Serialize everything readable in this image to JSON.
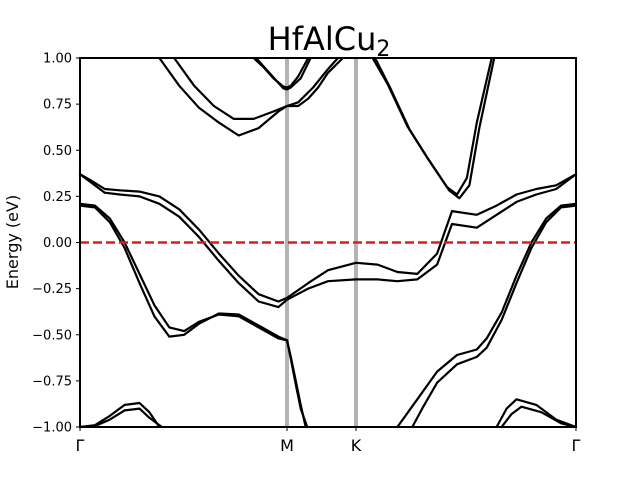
{
  "chart_data": {
    "type": "line",
    "title": "HfAlCu",
    "title_subscript": "2",
    "ylabel": "Energy (eV)",
    "xlabel": "",
    "xlim": [
      0,
      1
    ],
    "ylim": [
      -1.0,
      1.0
    ],
    "yticks": [
      -1.0,
      -0.75,
      -0.5,
      -0.25,
      0.0,
      0.25,
      0.5,
      0.75,
      1.0
    ],
    "ytick_labels": [
      "−1.00",
      "−0.75",
      "−0.50",
      "−0.25",
      "0.00",
      "0.25",
      "0.50",
      "0.75",
      "1.00"
    ],
    "kpoints": [
      {
        "label": "Γ",
        "x": 0.0
      },
      {
        "label": "M",
        "x": 0.4173
      },
      {
        "label": "K",
        "x": 0.5565
      },
      {
        "label": "Γ",
        "x": 1.0
      }
    ],
    "kpoint_line_color": "#b3b3b3",
    "fermi_level": {
      "y": 0.0,
      "color": "#e41a1c",
      "style": "dashed"
    },
    "band_color": "#000000",
    "bands": [
      {
        "x": [
          0.0,
          0.02,
          0.05,
          0.08,
          0.12,
          0.16,
          0.2,
          0.24,
          0.28,
          0.32,
          0.36,
          0.4,
          0.4173,
          0.46,
          0.5,
          0.5565,
          0.6,
          0.64,
          0.68,
          0.72,
          0.75,
          0.8,
          0.84,
          0.88,
          0.92,
          0.96,
          1.0
        ],
        "y": [
          0.37,
          0.34,
          0.29,
          0.283,
          0.276,
          0.25,
          0.18,
          0.07,
          -0.06,
          -0.18,
          -0.28,
          -0.32,
          -0.3,
          -0.22,
          -0.15,
          -0.11,
          -0.12,
          -0.16,
          -0.17,
          -0.06,
          0.17,
          0.15,
          0.2,
          0.26,
          0.29,
          0.31,
          0.37
        ]
      },
      {
        "x": [
          0.0,
          0.02,
          0.05,
          0.08,
          0.12,
          0.16,
          0.2,
          0.24,
          0.28,
          0.32,
          0.36,
          0.4,
          0.4173,
          0.46,
          0.5,
          0.5565,
          0.6,
          0.64,
          0.68,
          0.72,
          0.75,
          0.8,
          0.84,
          0.88,
          0.92,
          0.96,
          1.0
        ],
        "y": [
          0.37,
          0.33,
          0.27,
          0.26,
          0.25,
          0.21,
          0.14,
          0.03,
          -0.1,
          -0.22,
          -0.32,
          -0.35,
          -0.31,
          -0.25,
          -0.21,
          -0.2,
          -0.2,
          -0.21,
          -0.2,
          -0.12,
          0.1,
          0.08,
          0.15,
          0.22,
          0.26,
          0.29,
          0.37
        ]
      },
      {
        "x": [
          0.0,
          0.03,
          0.06,
          0.09,
          0.12,
          0.15,
          0.18,
          0.21,
          0.24,
          0.28,
          0.32,
          0.36,
          0.4,
          0.4173,
          0.425,
          0.435,
          0.445,
          0.455
        ],
        "y": [
          0.21,
          0.2,
          0.13,
          0.0,
          -0.17,
          -0.34,
          -0.46,
          -0.48,
          -0.43,
          -0.39,
          -0.4,
          -0.46,
          -0.52,
          -0.53,
          -0.62,
          -0.75,
          -0.88,
          -1.0
        ]
      },
      {
        "x": [
          0.0,
          0.03,
          0.06,
          0.09,
          0.12,
          0.15,
          0.18,
          0.21,
          0.24,
          0.28,
          0.32,
          0.36,
          0.4,
          0.4173,
          0.425,
          0.435,
          0.445,
          0.458
        ],
        "y": [
          0.2,
          0.19,
          0.11,
          -0.03,
          -0.22,
          -0.4,
          -0.51,
          -0.5,
          -0.44,
          -0.385,
          -0.39,
          -0.45,
          -0.51,
          -0.53,
          -0.63,
          -0.77,
          -0.9,
          -1.0
        ]
      },
      {
        "x": [
          1.0,
          0.97,
          0.94,
          0.91,
          0.88,
          0.85,
          0.82,
          0.8,
          0.76,
          0.72,
          0.68,
          0.64
        ],
        "y": [
          0.21,
          0.2,
          0.13,
          0.0,
          -0.18,
          -0.38,
          -0.52,
          -0.58,
          -0.61,
          -0.7,
          -0.85,
          -1.0
        ]
      },
      {
        "x": [
          1.0,
          0.97,
          0.94,
          0.91,
          0.88,
          0.85,
          0.82,
          0.8,
          0.76,
          0.72,
          0.69,
          0.67
        ],
        "y": [
          0.2,
          0.19,
          0.11,
          -0.03,
          -0.22,
          -0.42,
          -0.57,
          -0.62,
          -0.66,
          -0.76,
          -0.9,
          -1.0
        ]
      },
      {
        "x": [
          0.0,
          0.03,
          0.06,
          0.09,
          0.12,
          0.14,
          0.16
        ],
        "y": [
          -1.0,
          -0.99,
          -0.94,
          -0.88,
          -0.87,
          -0.92,
          -1.0
        ]
      },
      {
        "x": [
          0.0,
          0.03,
          0.06,
          0.09,
          0.12,
          0.14,
          0.165
        ],
        "y": [
          -1.0,
          -0.995,
          -0.96,
          -0.91,
          -0.9,
          -0.95,
          -1.0
        ]
      },
      {
        "x": [
          0.84,
          0.86,
          0.88,
          0.92,
          0.96,
          1.0
        ],
        "y": [
          -1.0,
          -0.9,
          -0.85,
          -0.88,
          -0.96,
          -1.0
        ]
      },
      {
        "x": [
          0.85,
          0.87,
          0.89,
          0.93,
          0.97,
          1.0
        ],
        "y": [
          -1.0,
          -0.93,
          -0.89,
          -0.92,
          -0.98,
          -1.0
        ]
      },
      {
        "x": [
          0.16,
          0.2,
          0.24,
          0.28,
          0.32,
          0.36,
          0.4,
          0.4173,
          0.44,
          0.47,
          0.5,
          0.52
        ],
        "y": [
          1.0,
          0.85,
          0.73,
          0.65,
          0.58,
          0.62,
          0.71,
          0.74,
          0.76,
          0.84,
          0.94,
          1.0
        ]
      },
      {
        "x": [
          0.19,
          0.23,
          0.27,
          0.31,
          0.35,
          0.39,
          0.4173,
          0.44,
          0.46,
          0.48,
          0.5,
          0.53
        ],
        "y": [
          1.0,
          0.85,
          0.74,
          0.67,
          0.67,
          0.71,
          0.74,
          0.74,
          0.78,
          0.84,
          0.92,
          1.0
        ]
      },
      {
        "x": [
          0.35,
          0.37,
          0.39,
          0.41,
          0.4173,
          0.425,
          0.44,
          0.46
        ],
        "y": [
          1.0,
          0.95,
          0.89,
          0.845,
          0.84,
          0.85,
          0.9,
          1.0
        ]
      },
      {
        "x": [
          0.355,
          0.375,
          0.395,
          0.41,
          0.4173,
          0.425,
          0.445,
          0.465
        ],
        "y": [
          1.0,
          0.94,
          0.88,
          0.835,
          0.83,
          0.84,
          0.89,
          1.0
        ]
      },
      {
        "x": [
          0.59,
          0.62,
          0.66,
          0.7,
          0.74,
          0.76,
          0.78,
          0.8,
          0.83
        ],
        "y": [
          1.0,
          0.86,
          0.63,
          0.46,
          0.3,
          0.26,
          0.35,
          0.65,
          1.0
        ]
      },
      {
        "x": [
          0.595,
          0.625,
          0.665,
          0.705,
          0.745,
          0.765,
          0.785,
          0.805,
          0.835
        ],
        "y": [
          1.0,
          0.84,
          0.61,
          0.44,
          0.28,
          0.24,
          0.31,
          0.62,
          1.0
        ]
      }
    ]
  }
}
